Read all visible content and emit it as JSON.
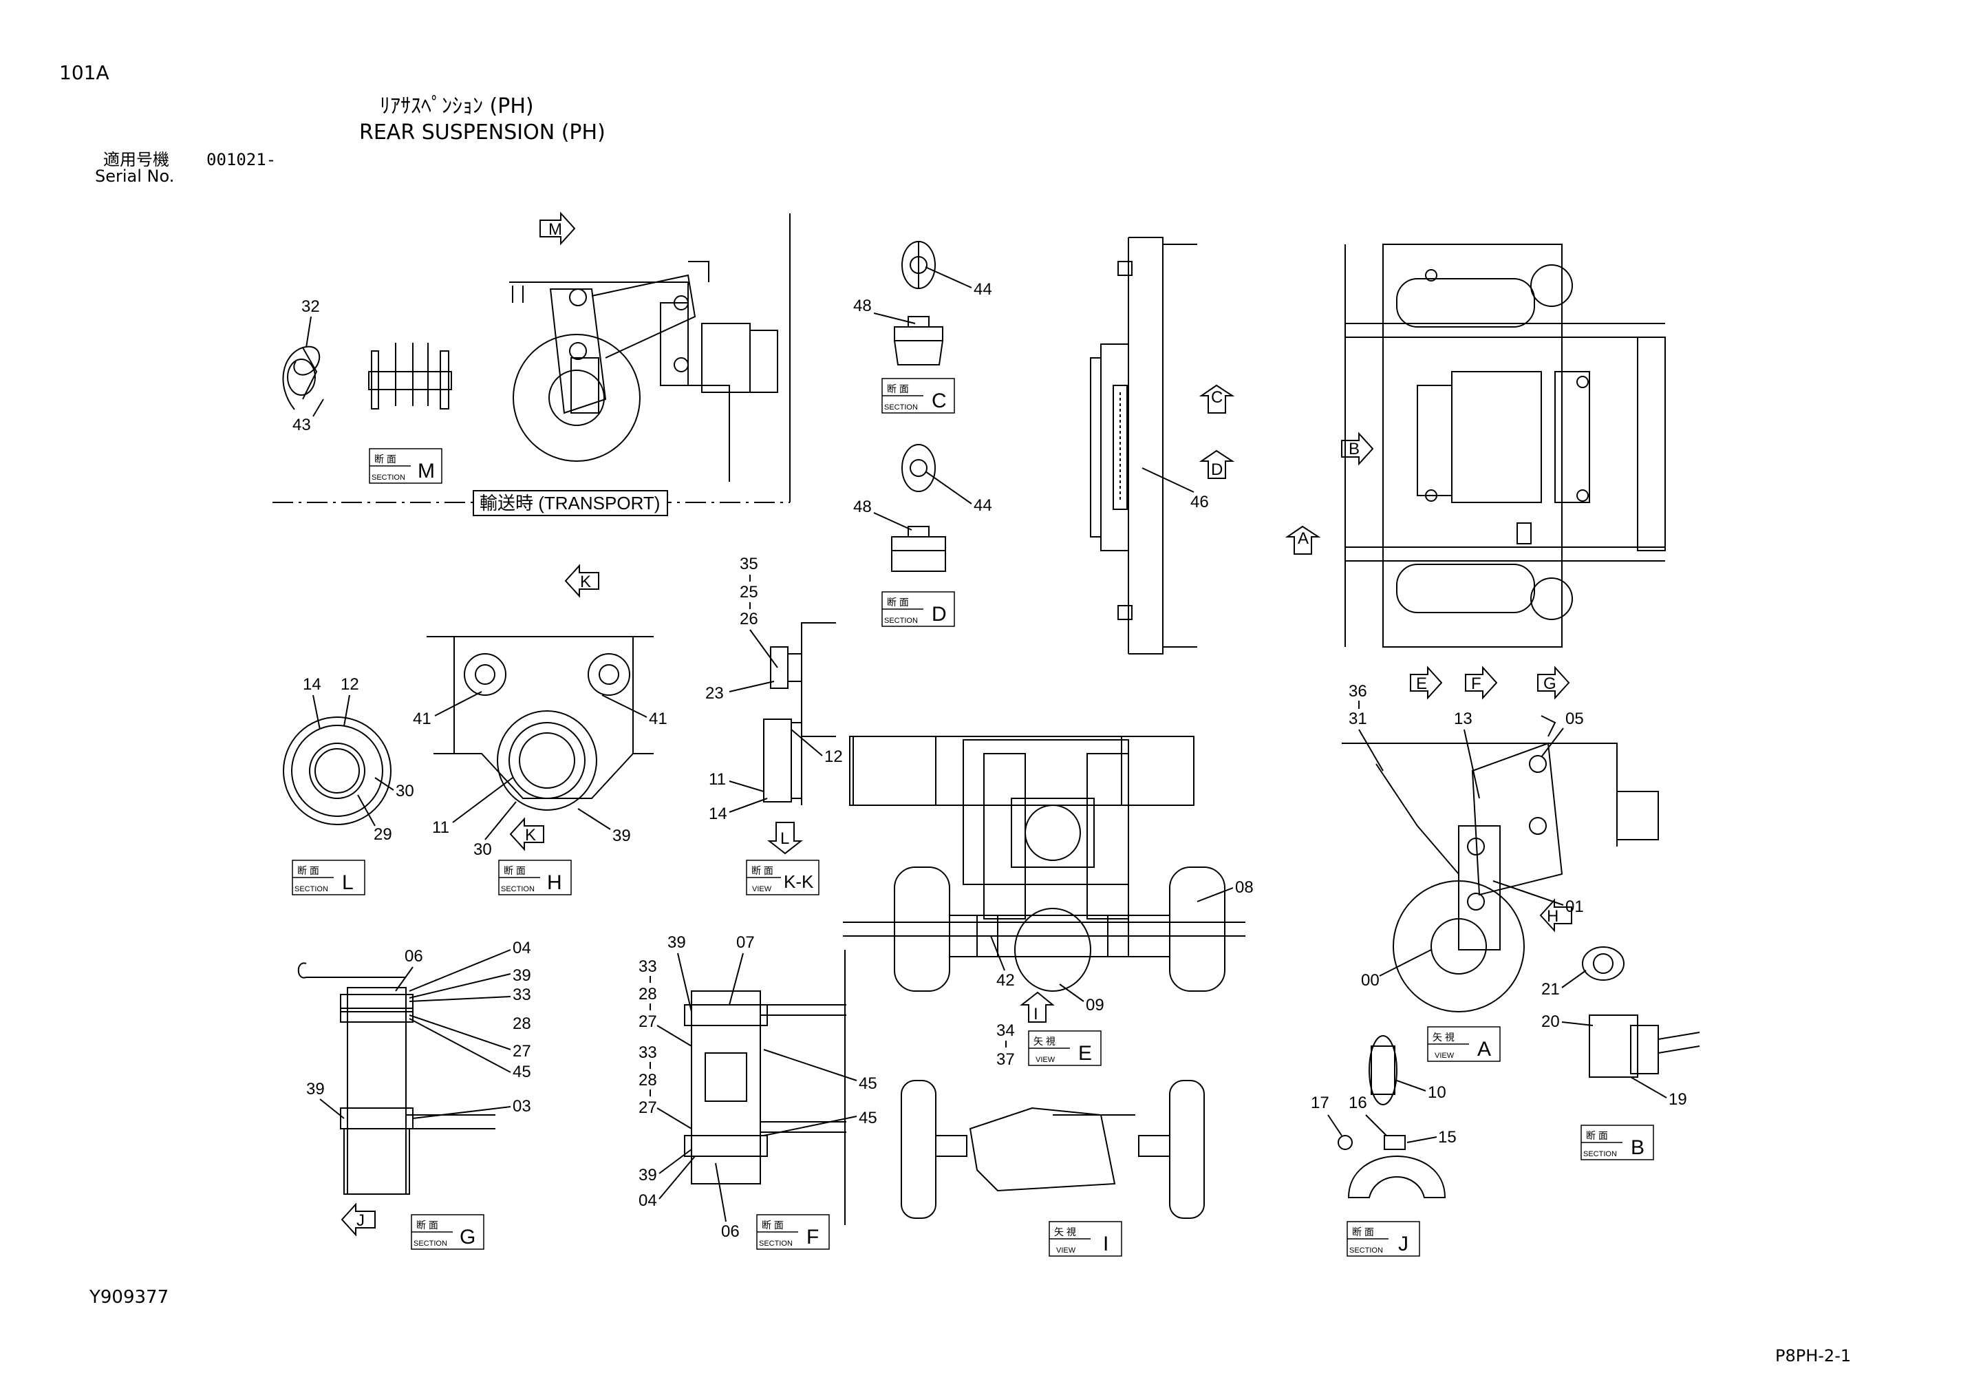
{
  "header": {
    "page_code": "101A",
    "title_jp": "ﾘｱｻｽﾍﾟﾝｼｮﾝ (PH)",
    "title_en": "REAR SUSPENSION (PH)",
    "serial_label_jp": "適用号機",
    "serial_value": "001021-",
    "serial_label_en": "Serial No."
  },
  "footer": {
    "drawing_number": "Y909377",
    "page_ref": "P8PH-2-1"
  },
  "transport_label": "輸送時 (TRANSPORT)",
  "section_tags": {
    "M": {
      "jp": "断 面",
      "en": "SECTION",
      "letter": "M"
    },
    "C": {
      "jp": "断 面",
      "en": "SECTION",
      "letter": "C"
    },
    "D": {
      "jp": "断 面",
      "en": "SECTION",
      "letter": "D"
    },
    "L": {
      "jp": "断 面",
      "en": "SECTION",
      "letter": "L"
    },
    "H": {
      "jp": "断 面",
      "en": "SECTION",
      "letter": "H"
    },
    "KK": {
      "jp": "断 面",
      "en": "VIEW",
      "letter": "K-K"
    },
    "E": {
      "jp": "矢 視",
      "en": "VIEW",
      "letter": "E"
    },
    "A": {
      "jp": "矢 視",
      "en": "VIEW",
      "letter": "A"
    },
    "B": {
      "jp": "断 面",
      "en": "SECTION",
      "letter": "B"
    },
    "G": {
      "jp": "断 面",
      "en": "SECTION",
      "letter": "G"
    },
    "F": {
      "jp": "断 面",
      "en": "SECTION",
      "letter": "F"
    },
    "I": {
      "jp": "矢 視",
      "en": "VIEW",
      "letter": "I"
    },
    "J": {
      "jp": "断 面",
      "en": "SECTION",
      "letter": "J"
    }
  },
  "view_arrows": [
    "M",
    "C",
    "D",
    "B",
    "A",
    "K",
    "L",
    "E",
    "F",
    "G",
    "H",
    "I",
    "J"
  ],
  "callouts": [
    "32",
    "43",
    "44",
    "48",
    "44",
    "48",
    "46",
    "35",
    "25",
    "26",
    "23",
    "12",
    "11",
    "14",
    "14",
    "12",
    "41",
    "41",
    "30",
    "29",
    "11",
    "30",
    "39",
    "36",
    "31",
    "13",
    "05",
    "01",
    "00",
    "08",
    "42",
    "09",
    "34",
    "37",
    "21",
    "20",
    "19",
    "10",
    "17",
    "16",
    "15",
    "06",
    "04",
    "39",
    "33",
    "28",
    "27",
    "45",
    "03",
    "39",
    "39",
    "07",
    "33",
    "28",
    "27",
    "33",
    "28",
    "27",
    "45",
    "45",
    "39",
    "04",
    "06"
  ]
}
